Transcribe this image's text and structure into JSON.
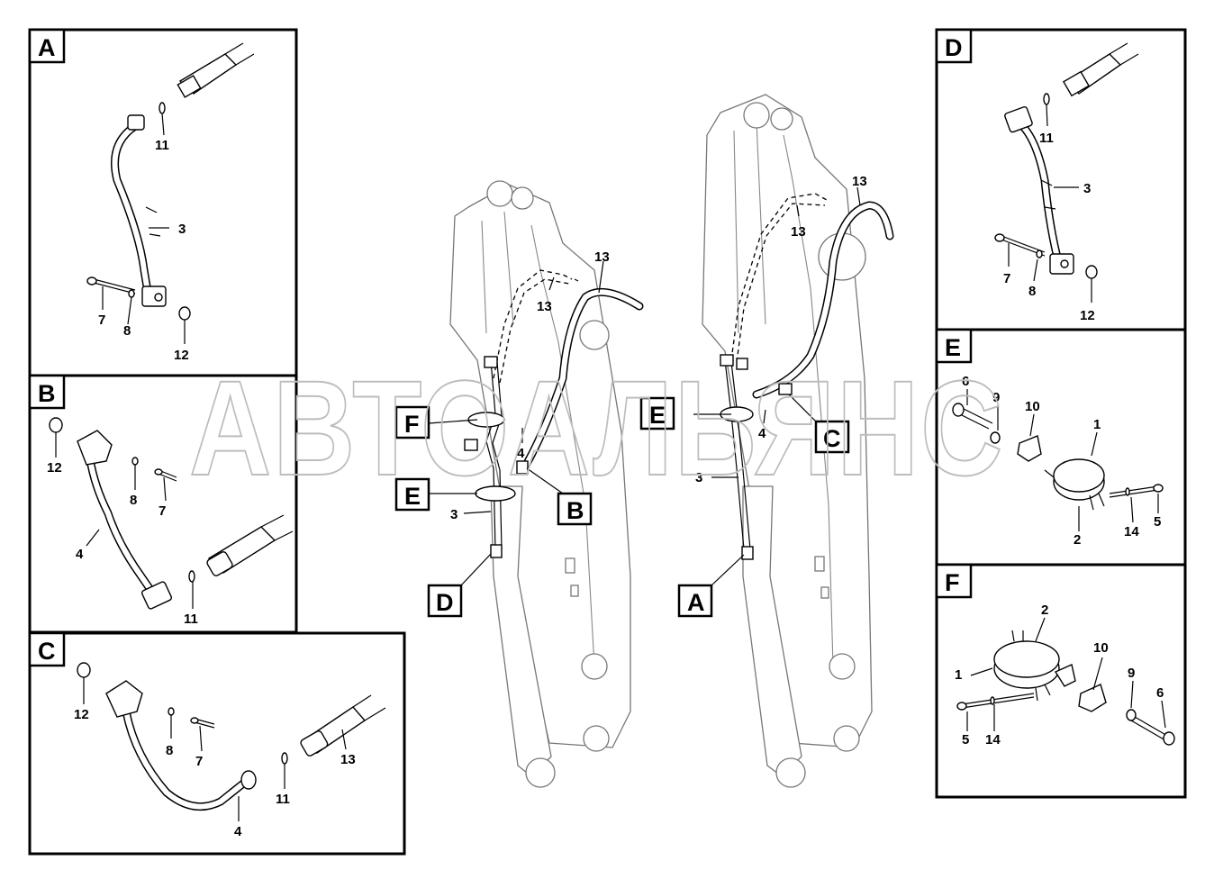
{
  "watermark": "АВТОАЛЬЯНС",
  "detail_a": {
    "tag": "A",
    "labels": {
      "p11": "11",
      "p3": "3",
      "p7": "7",
      "p8": "8",
      "p12": "12"
    }
  },
  "detail_b": {
    "tag": "B",
    "labels": {
      "p12": "12",
      "p8": "8",
      "p7": "7",
      "p4": "4",
      "p11": "11"
    }
  },
  "detail_c": {
    "tag": "C",
    "labels": {
      "p12": "12",
      "p8": "8",
      "p7": "7",
      "p11": "11",
      "p13": "13",
      "p4": "4"
    }
  },
  "detail_d": {
    "tag": "D",
    "labels": {
      "p11": "11",
      "p3": "3",
      "p7": "7",
      "p8": "8",
      "p12": "12"
    }
  },
  "detail_e": {
    "tag": "E",
    "labels": {
      "p6": "6",
      "p9": "9",
      "p10": "10",
      "p1": "1",
      "p2": "2",
      "p14": "14",
      "p5": "5"
    }
  },
  "detail_f": {
    "tag": "F",
    "labels": {
      "p2": "2",
      "p10": "10",
      "p1": "1",
      "p9": "9",
      "p6": "6",
      "p5": "5",
      "p14": "14"
    }
  },
  "boom_left": {
    "callouts": {
      "F": "F",
      "E": "E",
      "B": "B",
      "D": "D"
    },
    "labels": {
      "p13a": "13",
      "p13b": "13",
      "p4": "4",
      "p3": "3"
    }
  },
  "boom_right": {
    "callouts": {
      "E": "E",
      "C": "C",
      "A": "A"
    },
    "labels": {
      "p13a": "13",
      "p13b": "13",
      "p4": "4",
      "p3": "3"
    }
  }
}
